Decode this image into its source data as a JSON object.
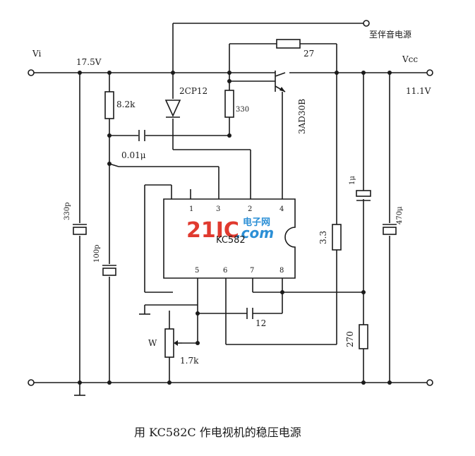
{
  "diagram": {
    "caption": "用 KC582C 作电视机的稳压电源",
    "input": {
      "node_label": "Vi",
      "voltage": "17.5V"
    },
    "output": {
      "node_label": "Vcc",
      "voltage": "11.1V"
    },
    "aux_output_label": "至伴音电源",
    "components": {
      "r_8k2": "8.2k",
      "r_27": "27",
      "r_330": "330",
      "r_3_3": "3.3",
      "r_270": "270",
      "pot_label": "W",
      "pot_value": "1.7k",
      "zener": "2CP12",
      "transistor": "3AD30B",
      "c_001": "0.01μ",
      "c_330p": "330p",
      "c_100p": "100p",
      "c_1u": "1μ",
      "c_470u": "470μ",
      "c_12": "12"
    },
    "ic": {
      "name": "KC582",
      "pins_top": [
        "1",
        "3",
        "2",
        "4"
      ],
      "pins_bottom": [
        "5",
        "6",
        "7",
        "8"
      ]
    },
    "watermark": {
      "logo": "21IC",
      "site_cn": "电子网",
      "site_com": ".com"
    }
  }
}
